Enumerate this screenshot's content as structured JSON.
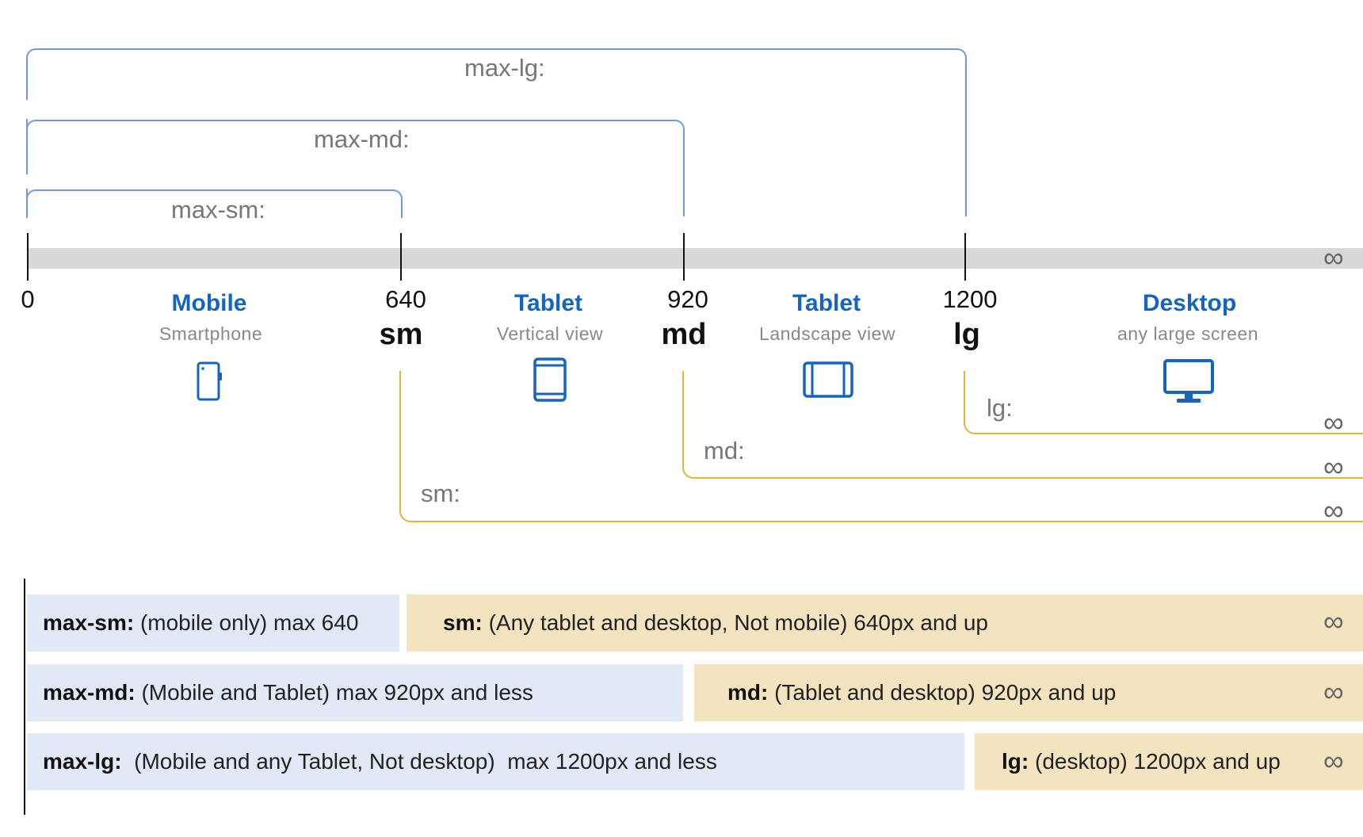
{
  "max_brackets": [
    {
      "id": "max-lg",
      "label": "max-lg:"
    },
    {
      "id": "max-md",
      "label": "max-md:"
    },
    {
      "id": "max-sm",
      "label": "max-sm:"
    }
  ],
  "axis": {
    "ticks": [
      "0",
      "640",
      "920",
      "1200"
    ],
    "breakpoints": [
      "sm",
      "md",
      "lg"
    ],
    "infinity": "∞"
  },
  "devices": [
    {
      "title": "Mobile",
      "subtitle": "Smartphone",
      "icon": "smartphone-icon"
    },
    {
      "title": "Tablet",
      "subtitle": "Vertical view",
      "icon": "tablet-portrait-icon"
    },
    {
      "title": "Tablet",
      "subtitle": "Landscape view",
      "icon": "tablet-landscape-icon"
    },
    {
      "title": "Desktop",
      "subtitle": "any large screen",
      "icon": "desktop-monitor-icon"
    }
  ],
  "min_brackets": [
    {
      "id": "lg",
      "label": "lg:"
    },
    {
      "id": "md",
      "label": "md:"
    },
    {
      "id": "sm",
      "label": "sm:"
    }
  ],
  "rows": [
    {
      "max": {
        "key": "max-sm:",
        "text": " (mobile only) max 640"
      },
      "min": {
        "key": "sm:",
        "text": " (Any tablet and desktop, Not mobile) 640px and up"
      }
    },
    {
      "max": {
        "key": "max-md:",
        "text": " (Mobile and Tablet) max 920px and less"
      },
      "min": {
        "key": "md:",
        "text": " (Tablet and desktop) 920px and up"
      }
    },
    {
      "max": {
        "key": "max-lg:",
        "text": "  (Mobile and any Tablet, Not desktop)  max 1200px and less"
      },
      "min": {
        "key": "lg:",
        "text": " (desktop) 1200px and up"
      }
    }
  ],
  "colors": {
    "accent_blue": "#1565c0",
    "max_bracket": "#6f9bd8",
    "min_bracket": "#e3b43b",
    "max_row_bg": "#e1e9f6",
    "min_row_bg": "#f3e4bf",
    "axis_bar": "#d8d8d8"
  }
}
